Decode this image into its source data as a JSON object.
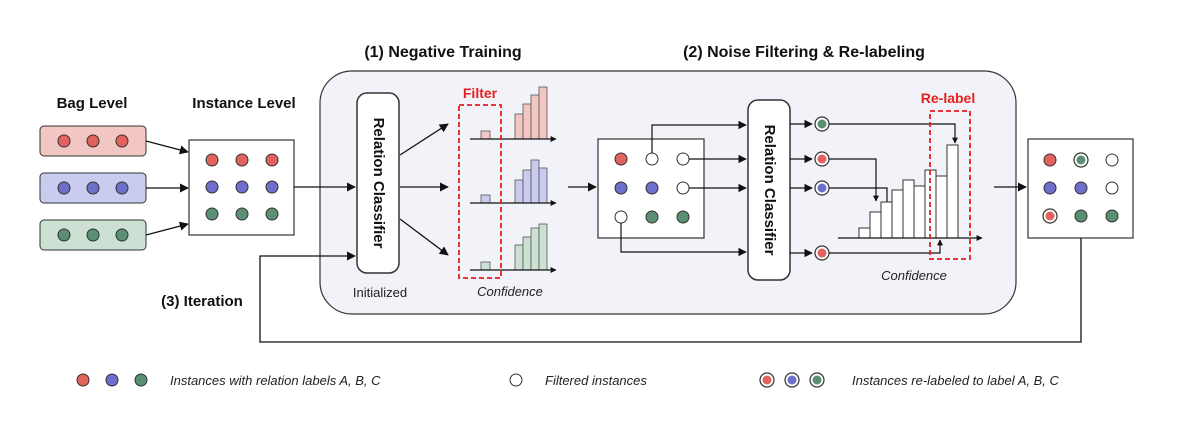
{
  "titles": {
    "negative_training": "(1) Negative Training",
    "noise_filtering": "(2) Noise Filtering & Re-labeling",
    "iteration": "(3) Iteration"
  },
  "labels": {
    "bag_level": "Bag Level",
    "instance_level": "Instance Level",
    "relation_classifier": "Relation Classifier",
    "initialized": "Initialized",
    "confidence": "Confidence",
    "filter": "Filter",
    "relabel": "Re-label"
  },
  "legend": {
    "relation_labels": "Instances with relation labels A, B, C",
    "filtered": "Filtered instances",
    "relabeled": "Instances re-labeled to label A, B, C"
  },
  "colors": {
    "red": "#e2625e",
    "blue": "#6e6fcb",
    "green": "#5a8f74",
    "bag_red_bg": "#f2c6c3",
    "bag_blue_bg": "#c9cbef",
    "bag_green_bg": "#cce0d3",
    "highlight_red": "#e61e1e",
    "panel_bg": "#f2f3f8"
  }
}
